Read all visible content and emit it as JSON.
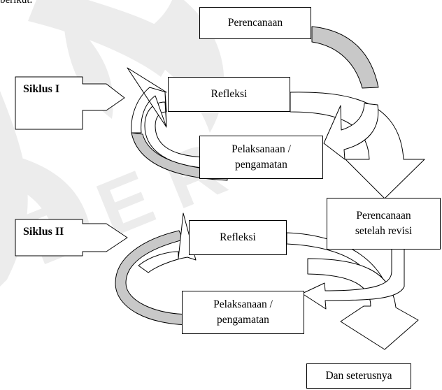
{
  "header_fragment": "berikut.",
  "watermark_letters": "B E R",
  "nodes": {
    "plan_1": "Perencanaan",
    "reflect_1": "Refleksi",
    "act_1": [
      "Pelaksanaan /",
      "pengamatan"
    ],
    "plan_revised": [
      "Perencanaan",
      "setelah revisi"
    ],
    "reflect_2": "Refleksi",
    "act_2": [
      "Pelaksanaan /",
      "pengamatan"
    ],
    "next": "Dan seterusnya"
  },
  "cycle_labels": {
    "cycle_1": "Siklus I",
    "cycle_2": "Siklus II"
  },
  "colors": {
    "arrow_fill": "#c8c8c8",
    "watermark": "#ececec"
  }
}
